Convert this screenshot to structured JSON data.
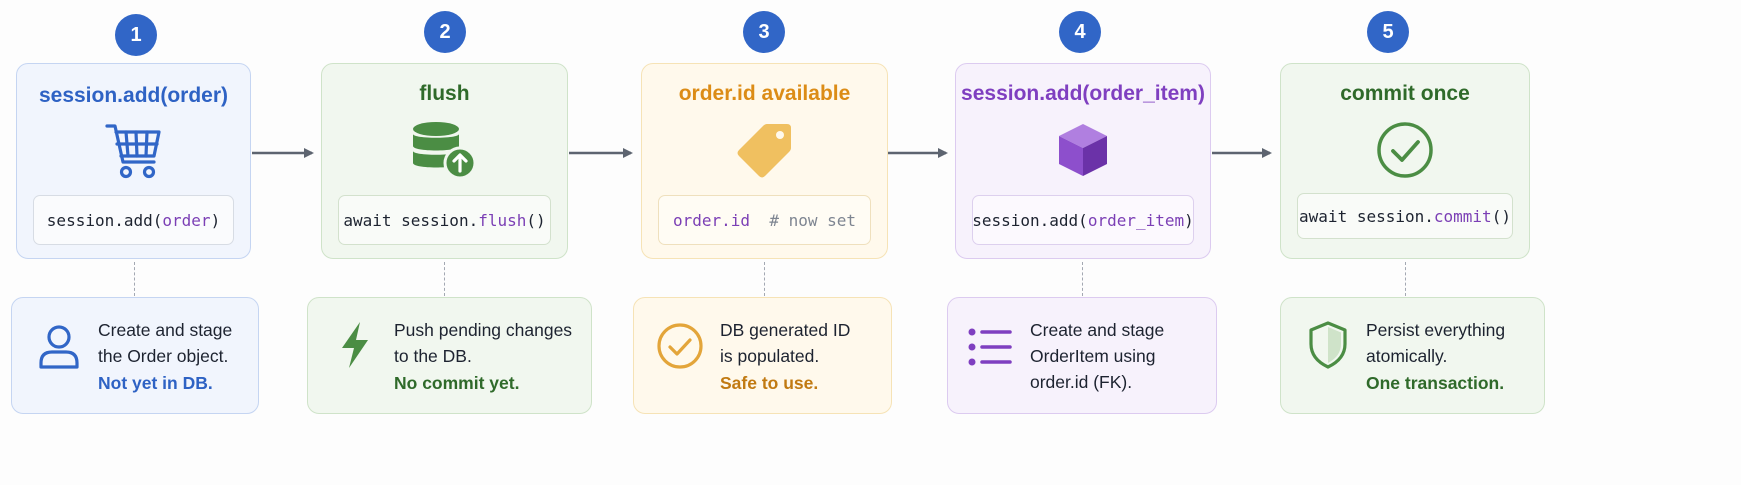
{
  "steps": [
    {
      "number": "1",
      "title": "session.add(order)",
      "icon": "shopping-cart-icon",
      "code": {
        "pre": "session.add(",
        "arg": "order",
        "post": ")"
      },
      "note": {
        "icon": "user-icon",
        "line1": "Create and stage",
        "line2": "the Order object.",
        "emphasis": "Not yet in DB."
      }
    },
    {
      "number": "2",
      "title": "flush",
      "icon": "database-upload-icon",
      "code": {
        "pre": "await session.",
        "arg": "flush",
        "post": "()"
      },
      "note": {
        "icon": "lightning-icon",
        "line1": "Push pending changes",
        "line2": "to the DB.",
        "emphasis": "No commit yet."
      }
    },
    {
      "number": "3",
      "title": "order.id available",
      "icon": "tag-icon",
      "code": {
        "pre": "",
        "arg": "order.id",
        "post": "  # now set"
      },
      "note": {
        "icon": "check-circle-icon",
        "line1": "DB generated ID",
        "line2": "is populated.",
        "emphasis": "Safe to use."
      }
    },
    {
      "number": "4",
      "title": "session.add(order_item)",
      "icon": "cube-icon",
      "code": {
        "pre": "session.add(",
        "arg": "order_item",
        "post": ")"
      },
      "note": {
        "icon": "list-icon",
        "line1": "Create and stage",
        "line2": "OrderItem using",
        "line3": "order.id (FK)."
      }
    },
    {
      "number": "5",
      "title": "commit once",
      "icon": "check-circle-icon",
      "code": {
        "pre": "await session.",
        "arg": "commit",
        "post": "()"
      },
      "note": {
        "icon": "shield-icon",
        "line1": "Persist everything",
        "line2": "atomically.",
        "emphasis": "One transaction."
      }
    }
  ],
  "colors": {
    "blue": "#2e62c4",
    "green": "#2f6a2a",
    "yellow": "#dc8c16",
    "purple": "#7f3fc0",
    "arrow": "#5d6470",
    "badge": "#3166c7"
  }
}
